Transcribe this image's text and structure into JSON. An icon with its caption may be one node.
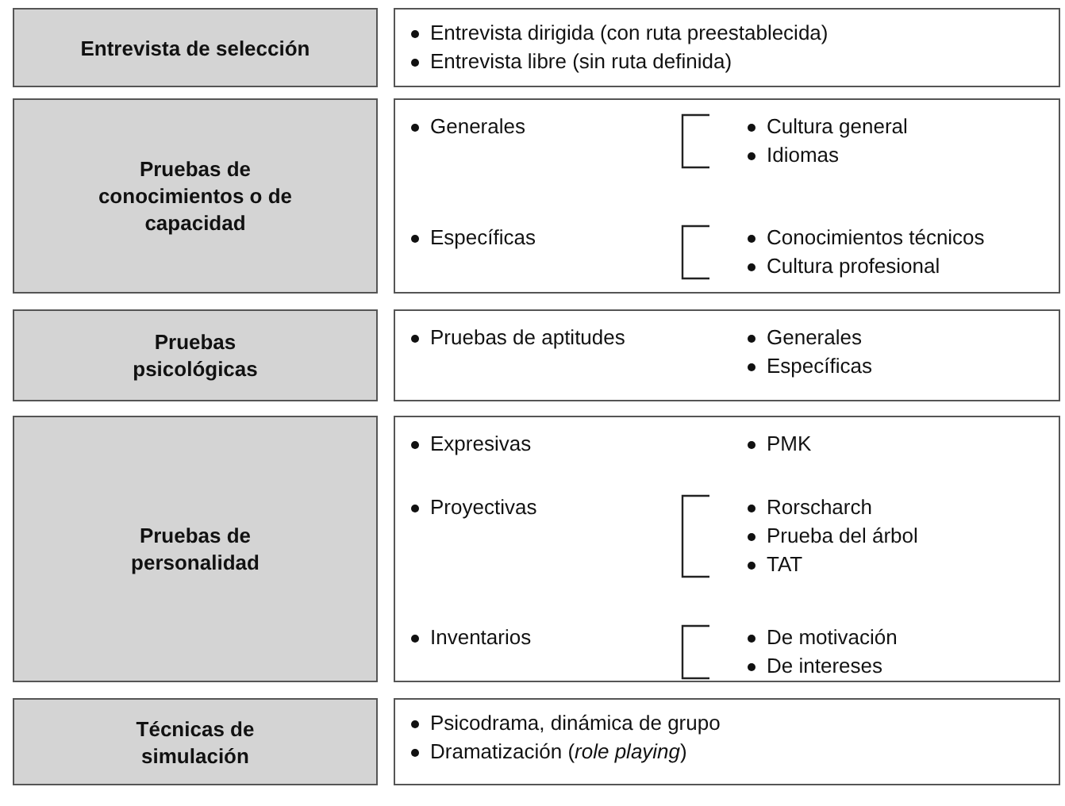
{
  "diagram": {
    "nodes": [
      {
        "text": [
          "Entrevista de selección"
        ]
      },
      {
        "text": [
          "Entrevista dirigida (con ruta preestablecida)",
          "Entrevista libre (sin ruta definida)"
        ]
      },
      {
        "text": [
          "Pruebas de conocimientos o de capacidad"
        ]
      },
      {
        "text": [
          "Generales",
          "Cultura general",
          "Idiomas",
          "Específicas",
          "Conocimientos técnicos",
          "Cultura profesional"
        ]
      },
      {
        "text": [
          "Pruebas psicológicas"
        ]
      },
      {
        "text": [
          "Pruebas de aptitudes",
          "Generales",
          "Específicas"
        ]
      },
      {
        "text": [
          "Pruebas de personalidad"
        ]
      },
      {
        "text": [
          "Expresivas",
          "PMK",
          "Proyectivas",
          "Rorscharch",
          "Prueba del árbol",
          "TAT",
          "Inventarios",
          "De motivación",
          "De intereses"
        ]
      },
      {
        "text": [
          "Técnicas de simulación"
        ]
      },
      {
        "text": [
          "Psicodrama, dinámica de grupo",
          "Dramatización (*role playing*)"
        ]
      }
    ]
  }
}
